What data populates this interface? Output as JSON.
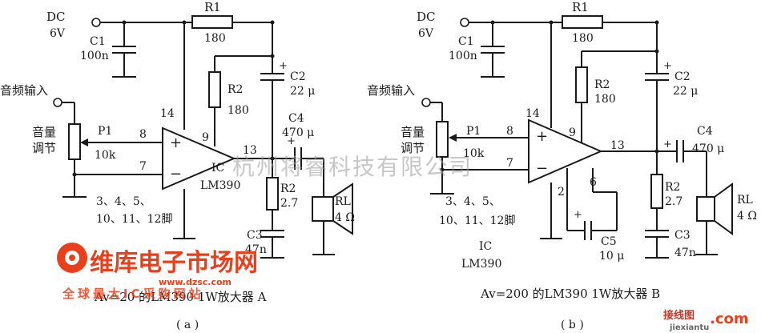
{
  "circuit_a": {
    "dc_label": "DC",
    "dc_voltage": "6V",
    "r1_name": "R1",
    "r1_value": "180",
    "c1_name": "C1",
    "c1_value": "100n",
    "c2_plus": "+",
    "c2_name": "C2",
    "c2_value": "22 μ",
    "r2_top_name": "R2",
    "r2_top_value": "180",
    "audio_in": "音频输入",
    "volume_1": "音量",
    "volume_2": "调节",
    "p1_name": "P1",
    "p1_value": "10k",
    "pin14": "14",
    "pin8": "8",
    "pin9": "9",
    "pin7": "7",
    "pin13": "13",
    "op_plus": "+",
    "op_minus": "−",
    "ic_label": "IC",
    "ic_part": "LM390",
    "c4_name": "C4",
    "c4_value": "470 μ",
    "c4_plus": "+",
    "r2_bot_name": "R2",
    "r2_bot_value": "2.7",
    "c3_name": "C3",
    "c3_value": "47n",
    "rl_name": "RL",
    "rl_value": "4 Ω",
    "ground_pins_1": "3、4、5、",
    "ground_pins_2": "10、11、12脚",
    "caption": "Av=20 的LM390  1W放大器  A",
    "sub_label": "( a )"
  },
  "circuit_b": {
    "dc_label": "DC",
    "dc_voltage": "6V",
    "r1_name": "R1",
    "r1_value": "180",
    "c1_name": "C1",
    "c1_value": "100n",
    "c2_plus": "+",
    "c2_name": "C2",
    "c2_value": "22 μ",
    "r2_top_name": "R2",
    "r2_top_value": "180",
    "audio_in": "音频输入",
    "volume_1": "音量",
    "volume_2": "调节",
    "p1_name": "P1",
    "p1_value": "10k",
    "pin14": "14",
    "pin8": "8",
    "pin9": "9",
    "pin7": "7",
    "pin13": "13",
    "pin2": "2",
    "pin6": "6",
    "op_plus": "+",
    "op_minus": "−",
    "c5_plus": "+",
    "c5_name": "C5",
    "c5_value": "10 μ",
    "c4_name": "C4",
    "c4_value": "470 μ",
    "c4_plus": "+",
    "r2_bot_name": "R2",
    "r2_bot_value": "2.7",
    "c3_name": "C3",
    "c3_value": "47n",
    "rl_name": "RL",
    "rl_value": "4 Ω",
    "ground_pins_1": "3、4、5、",
    "ground_pins_2": "10、11、12脚",
    "ic_label": "IC",
    "ic_part": "LM390",
    "caption": "Av=200 的LM390  1W放大器  B",
    "sub_label": "( b )"
  },
  "watermarks": {
    "center": "杭州将睿科技有限公司",
    "brand_main": "维库电子市场网",
    "brand_url": "www.dzsc.com",
    "brand_slogan": "全球最大IC采购网站",
    "corner_1": "接线图",
    "corner_2": ".com",
    "corner_url": "jiexiantu"
  },
  "colors": {
    "ink": "#1a1a1a",
    "brand_red": "#e8401c",
    "watermark_gray": "#9a9a9a"
  }
}
